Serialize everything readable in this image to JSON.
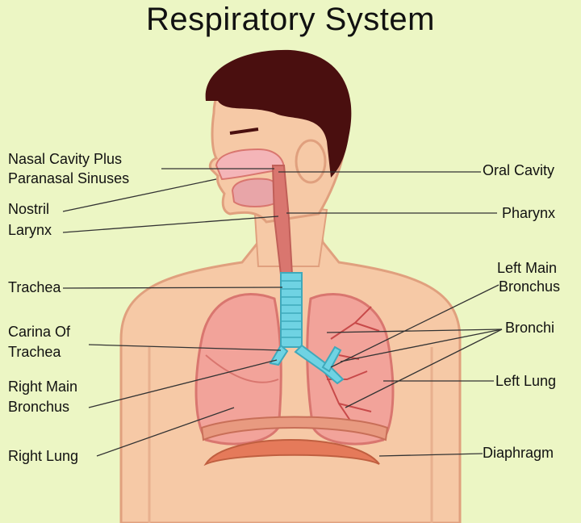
{
  "title": "Respiratory System",
  "labels": {
    "nasal_cavity_line1": "Nasal Cavity Plus",
    "nasal_cavity_line2": "Paranasal Sinuses",
    "nostril": "Nostril",
    "larynx": "Larynx",
    "trachea": "Trachea",
    "carina_line1": "Carina Of",
    "carina_line2": "Trachea",
    "right_main_bronchus_line1": "Right Main",
    "right_main_bronchus_line2": "Bronchus",
    "right_lung": "Right Lung",
    "oral_cavity": "Oral Cavity",
    "pharynx": "Pharynx",
    "left_main_bronchus_line1": "Left Main",
    "left_main_bronchus_line2": "Bronchus",
    "bronchi": "Bronchi",
    "left_lung": "Left Lung",
    "diaphragm": "Diaphragm"
  },
  "colors": {
    "background": "#ecf6c4",
    "skin": "#f6c9a6",
    "skin_outline": "#e0a07e",
    "hair": "#4a0f0f",
    "lung": "#f2a39a",
    "lung_dark": "#d9766f",
    "trachea": "#6fd3e3",
    "diaphragm": "#e57a5a"
  }
}
